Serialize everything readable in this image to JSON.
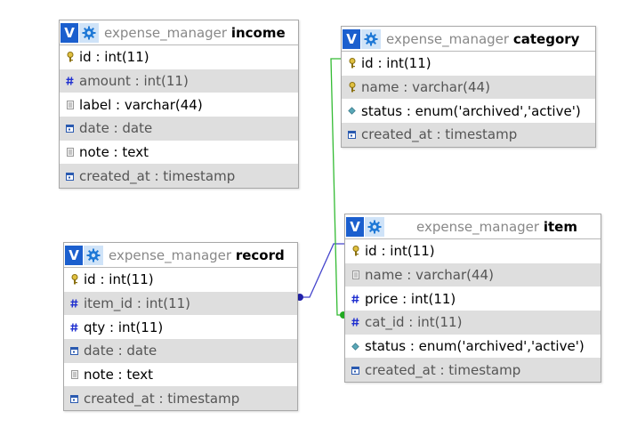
{
  "tables": {
    "income": {
      "db": "expense_manager",
      "name": "income",
      "columns": [
        {
          "text": "id : int(11)",
          "icon": "key-icon"
        },
        {
          "text": "amount : int(11)",
          "icon": "hash-icon"
        },
        {
          "text": "label : varchar(44)",
          "icon": "text-icon"
        },
        {
          "text": "date : date",
          "icon": "date-icon"
        },
        {
          "text": "note : text",
          "icon": "text-icon"
        },
        {
          "text": "created_at : timestamp",
          "icon": "date-icon"
        }
      ]
    },
    "category": {
      "db": "expense_manager",
      "name": "category",
      "columns": [
        {
          "text": "id : int(11)",
          "icon": "key-icon"
        },
        {
          "text": "name : varchar(44)",
          "icon": "key-icon"
        },
        {
          "text": "status : enum('archived','active')",
          "icon": "enum-icon"
        },
        {
          "text": "created_at : timestamp",
          "icon": "date-icon"
        }
      ]
    },
    "record": {
      "db": "expense_manager",
      "name": "record",
      "columns": [
        {
          "text": "id : int(11)",
          "icon": "key-icon"
        },
        {
          "text": "item_id : int(11)",
          "icon": "hash-icon"
        },
        {
          "text": "qty : int(11)",
          "icon": "hash-icon"
        },
        {
          "text": "date : date",
          "icon": "date-icon"
        },
        {
          "text": "note : text",
          "icon": "text-icon"
        },
        {
          "text": "created_at : timestamp",
          "icon": "date-icon"
        }
      ]
    },
    "item": {
      "db": "expense_manager",
      "name": "item",
      "columns": [
        {
          "text": "id : int(11)",
          "icon": "key-icon"
        },
        {
          "text": "name : varchar(44)",
          "icon": "text-icon"
        },
        {
          "text": "price : int(11)",
          "icon": "hash-icon"
        },
        {
          "text": "cat_id : int(11)",
          "icon": "hash-icon"
        },
        {
          "text": "status : enum('archived','active')",
          "icon": "enum-icon"
        },
        {
          "text": "created_at : timestamp",
          "icon": "date-icon"
        }
      ]
    }
  },
  "header": {
    "v_label": "V",
    "options_icon": "gear-icon"
  },
  "relations": [
    {
      "from": "record.item_id",
      "to": "item.id",
      "color": "#4444cc"
    },
    {
      "from": "item.cat_id",
      "to": "category.id",
      "color": "#33bb33"
    }
  ]
}
